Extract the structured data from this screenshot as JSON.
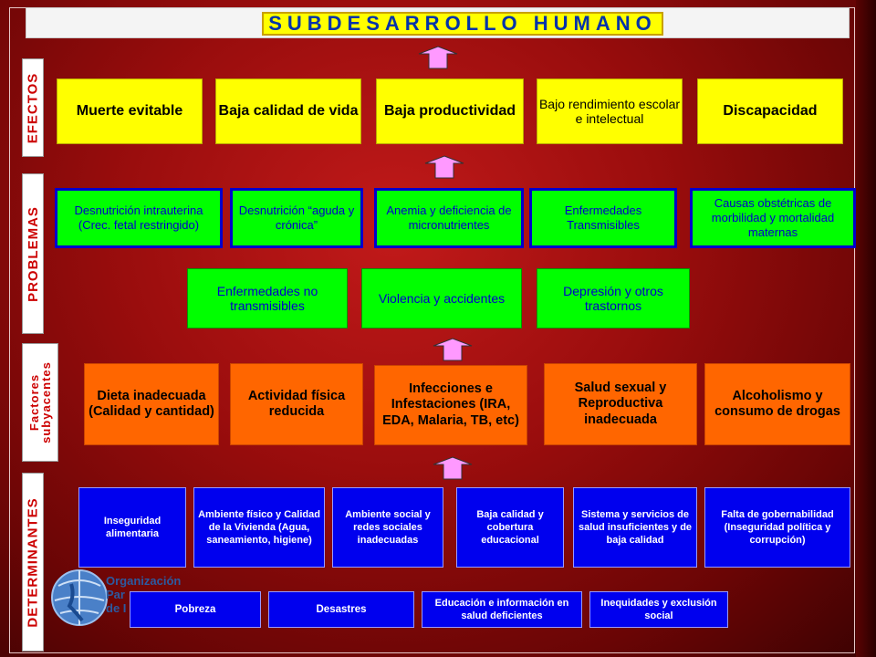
{
  "title": "SUBDESARROLLO HUMANO",
  "section_labels": {
    "efectos": "EFECTOS",
    "problemas": "PROBLEMAS",
    "factores": "Factores subyacentes",
    "determinantes": "DETERMINANTES"
  },
  "efectos": [
    "Muerte evitable",
    "Baja calidad de vida",
    "Baja productividad",
    "Bajo rendimiento escolar e intelectual",
    "Discapacidad"
  ],
  "problemas_row1": [
    "Desnutrición intrauterina (Crec. fetal restringido)",
    "Desnutrición “aguda y crónica”",
    "Anemia y deficiencia de micronutrientes",
    "Enfermedades Transmisibles",
    "Causas obstétricas de morbilidad y mortalidad maternas"
  ],
  "problemas_row2": [
    "Enfermedades no transmisibles",
    "Violencia y accidentes",
    "Depresión y otros trastornos"
  ],
  "factores": [
    "Dieta inadecuada (Calidad y cantidad)",
    "Actividad física reducida",
    "Infecciones e Infestaciones (IRA, EDA, Malaria, TB, etc)",
    "Salud sexual y Reproductiva inadecuada",
    "Alcoholismo y consumo de drogas"
  ],
  "determinantes_row1": [
    "Inseguridad alimentaria",
    "Ambiente físico y Calidad de la Vivienda (Agua, saneamiento, higiene)",
    "Ambiente social y redes sociales inadecuadas",
    "Baja calidad y cobertura educacional",
    "Sistema y servicios de salud insuficientes y de baja calidad",
    "Falta de gobernabilidad (Inseguridad política y corrupción)"
  ],
  "determinantes_row2": [
    "Pobreza",
    "Desastres",
    "Educación e información en salud deficientes",
    "Inequidades y exclusión social"
  ],
  "logo_text": [
    "Organización",
    "Par",
    "de I"
  ],
  "colors": {
    "efectos": "#ffff00",
    "problemas": "#00ff00",
    "factores": "#ff6600",
    "determinantes": "#0000ee",
    "arrow": "#ff99ff"
  }
}
